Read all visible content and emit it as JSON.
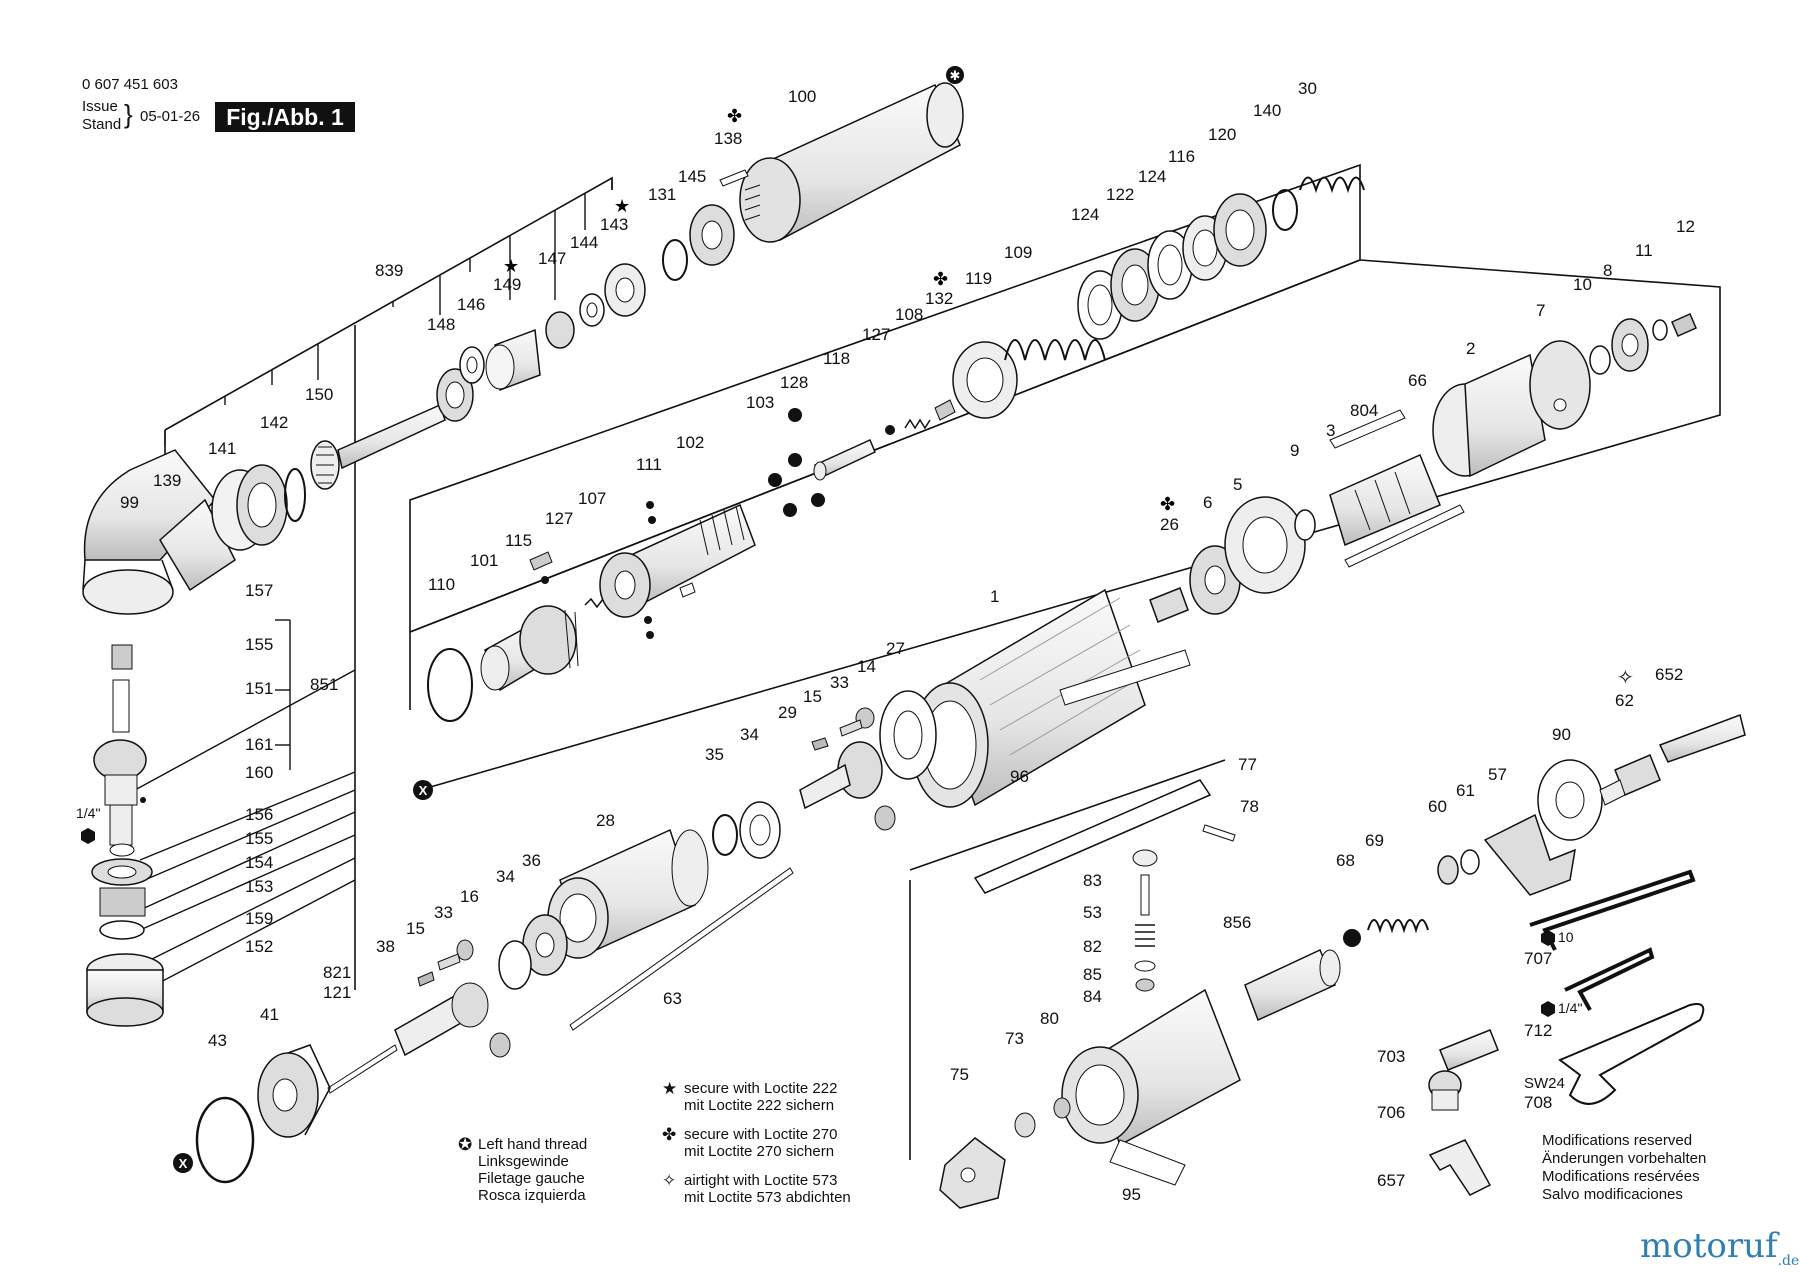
{
  "header": {
    "part_number": "0 607 451 603",
    "issue_label": "Issue",
    "stand_label": "Stand",
    "date": "05-01-26",
    "figure": "Fig./Abb. 1"
  },
  "labels": {
    "l100": "100",
    "l138": "138",
    "l145": "145",
    "l131": "131",
    "l143": "143",
    "l144": "144",
    "l147": "147",
    "l149": "149",
    "l146": "146",
    "l148": "148",
    "l839": "839",
    "l150": "150",
    "l142": "142",
    "l141": "141",
    "l139": "139",
    "l99": "99",
    "l157": "157",
    "l155a": "155",
    "l151": "151",
    "l851": "851",
    "l161": "161",
    "l160": "160",
    "l14in": "1/4\"",
    "l156": "156",
    "l155b": "155",
    "l154": "154",
    "l153": "153",
    "l159": "159",
    "l152": "152",
    "l140": "140",
    "l30": "30",
    "l116": "116",
    "l120": "120",
    "l124a": "124",
    "l122": "122",
    "l124b": "124",
    "l109": "109",
    "l119": "119",
    "l132": "132",
    "l108": "108",
    "l127a": "127",
    "l118": "118",
    "l128": "128",
    "l103": "103",
    "l102": "102",
    "l111": "111",
    "l107": "107",
    "l127b": "127",
    "l115": "115",
    "l101": "101",
    "l110": "110",
    "l12": "12",
    "l11": "11",
    "l8": "8",
    "l10": "10",
    "l7": "7",
    "l2": "2",
    "l66": "66",
    "l804": "804",
    "l3": "3",
    "l9": "9",
    "l5": "5",
    "l6": "6",
    "l26": "26",
    "l1": "1",
    "l96": "96",
    "l27": "27",
    "l14a": "14",
    "l33a": "33",
    "l15a": "15",
    "l29": "29",
    "l34a": "34",
    "l35": "35",
    "l28": "28",
    "l36": "36",
    "l34b": "34",
    "l16": "16",
    "l33b": "33",
    "l15b": "15",
    "l38": "38",
    "l63": "63",
    "l821": "821",
    "l121": "121",
    "l41": "41",
    "l43": "43",
    "l652": "652",
    "l62": "62",
    "l90": "90",
    "l57": "57",
    "l61": "61",
    "l60": "60",
    "l69": "69",
    "l68": "68",
    "l77": "77",
    "l78": "78",
    "l83": "83",
    "l53": "53",
    "l82": "82",
    "l85": "85",
    "l84": "84",
    "l856": "856",
    "l80": "80",
    "l73": "73",
    "l75": "75",
    "l95": "95",
    "l707": "707",
    "l712": "712",
    "l703": "703",
    "l706": "706",
    "l708": "708",
    "l657": "657",
    "hex10": "10",
    "hex14": "1/4\"",
    "sw24": "SW24"
  },
  "legend": {
    "star_1": "secure with Loctite 222",
    "star_2": "mit Loctite 222 sichern",
    "club_1": "secure with Loctite 270",
    "club_2": "mit Loctite 270 sichern",
    "spark_1": "airtight with Loctite 573",
    "spark_2": "mit Loctite 573 abdichten",
    "lh_1": "Left hand thread",
    "lh_2": "Linksgewinde",
    "lh_3": "Filetage gauche",
    "lh_4": "Rosca izquierda"
  },
  "modifications": [
    "Modifications reserved",
    "Änderungen vorbehalten",
    "Modifications resérvées",
    "Salvo modificaciones"
  ],
  "watermark": {
    "brand": "motoruf",
    "tld": ".de"
  },
  "colors": {
    "ink": "#111111",
    "watermark": "#2f7fb0",
    "part_fill": "#f4f4f4",
    "shade": "#d6d6d6"
  }
}
